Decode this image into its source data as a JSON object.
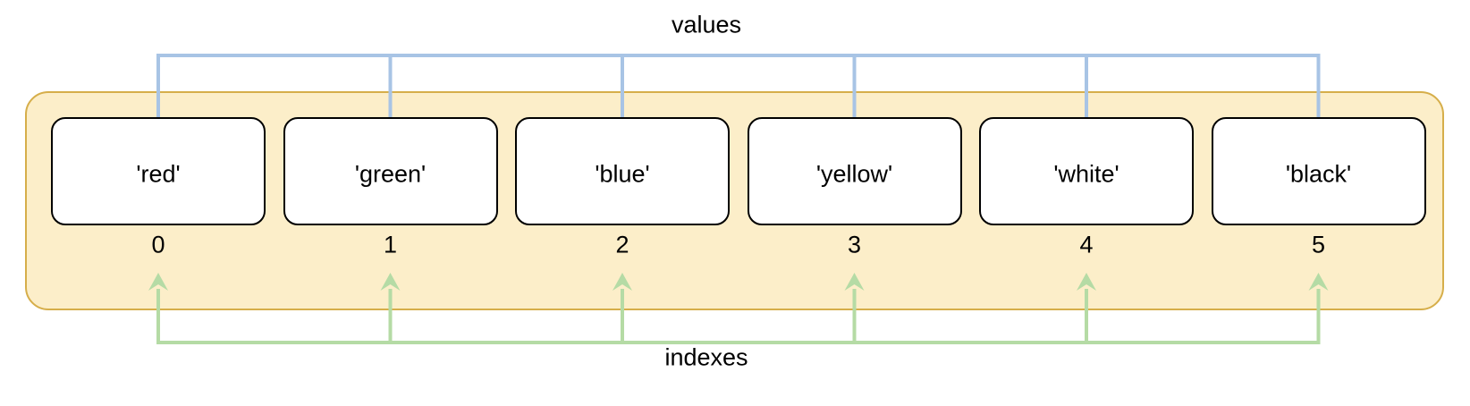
{
  "diagram": {
    "title_top": "values",
    "title_bottom": "indexes",
    "colors": {
      "container_fill": "#fceec9",
      "container_stroke": "#d6ae4a",
      "cell_fill": "#ffffff",
      "cell_stroke": "#000000",
      "values_arrow": "#a8c4e5",
      "indexes_arrow": "#b5dba5",
      "text": "#000000",
      "background": "#ffffff"
    },
    "array": {
      "length": 6,
      "cells": [
        {
          "value": "'red'",
          "index": "0"
        },
        {
          "value": "'green'",
          "index": "1"
        },
        {
          "value": "'blue'",
          "index": "2"
        },
        {
          "value": "'yellow'",
          "index": "3"
        },
        {
          "value": "'white'",
          "index": "4"
        },
        {
          "value": "'black'",
          "index": "5"
        }
      ]
    }
  }
}
